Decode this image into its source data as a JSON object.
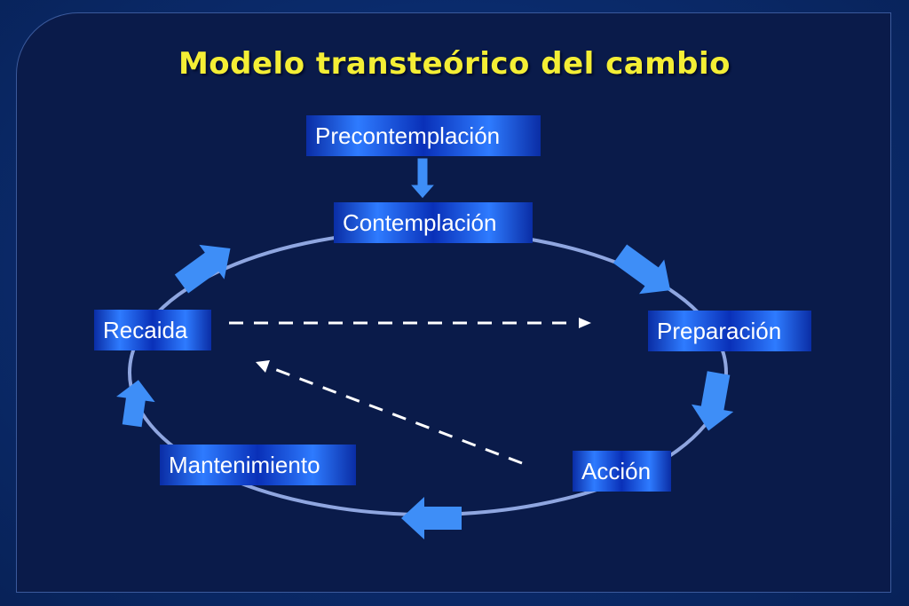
{
  "title": "Modelo transteórico del cambio",
  "stages": {
    "precontemplacion": "Precontemplación",
    "contemplacion": "Contemplación",
    "preparacion": "Preparación",
    "accion": "Acción",
    "mantenimiento": "Mantenimiento",
    "recaida": "Recaida"
  },
  "colors": {
    "title": "#f4ee35",
    "arrow": "#3e8ef7",
    "cycle": "#8fa6e0",
    "panel": "#0a1b4a",
    "dashed": "#ffffff"
  },
  "icons": [
    "arrow-down-icon",
    "arrow-right-down-icon",
    "arrow-down-right-icon",
    "arrow-left-icon",
    "arrow-up-icon",
    "arrow-up-right-icon"
  ]
}
